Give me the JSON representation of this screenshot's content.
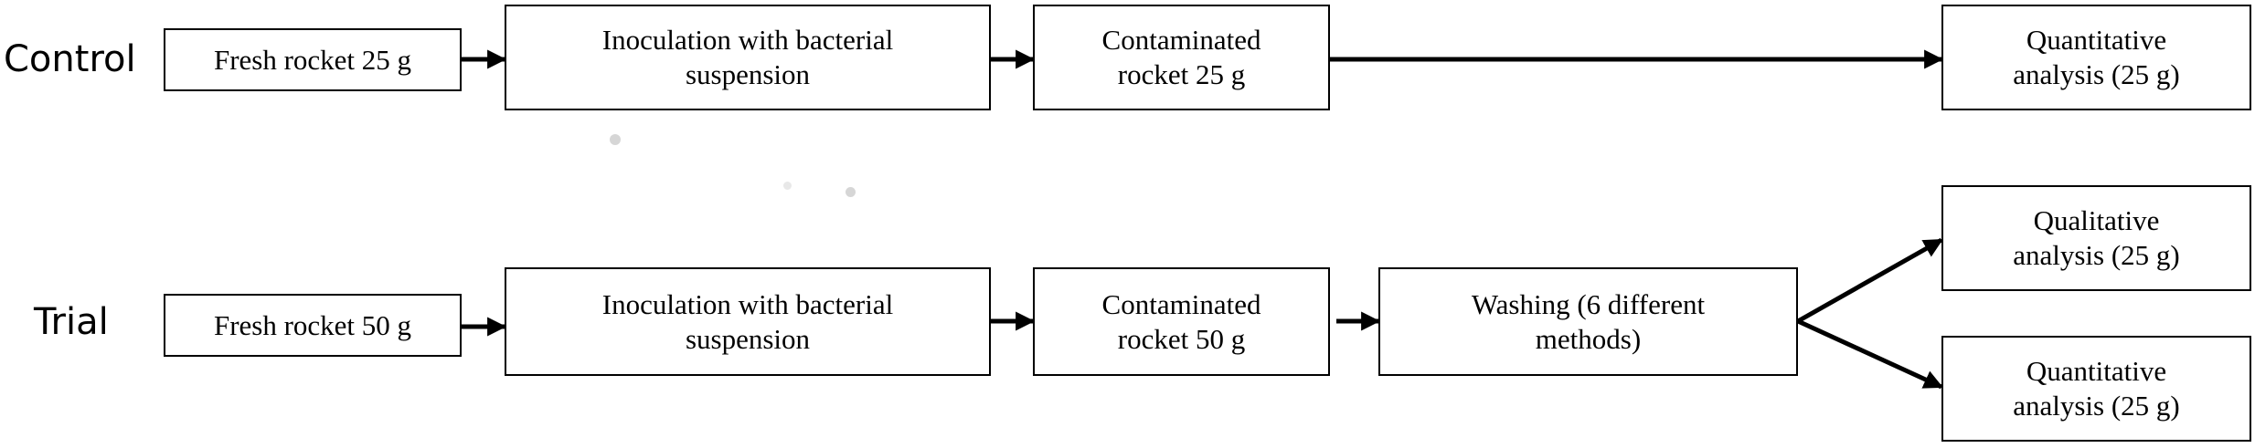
{
  "rows": {
    "control": {
      "label": "Control",
      "boxes": [
        "Fresh rocket 25 g",
        "Inoculation with bacterial\nsuspension",
        "Contaminated\nrocket 25 g",
        "Quantitative\nanalysis (25 g)"
      ]
    },
    "trial": {
      "label": "Trial",
      "boxes": [
        "Fresh rocket 50 g",
        "Inoculation with bacterial\nsuspension",
        "Contaminated\nrocket 50 g",
        "Washing (6 different\nmethods)",
        "Qualitative\nanalysis (25 g)",
        "Quantitative\nanalysis (25 g)"
      ]
    }
  },
  "colors": {
    "stroke": "#000000",
    "background": "#ffffff"
  }
}
